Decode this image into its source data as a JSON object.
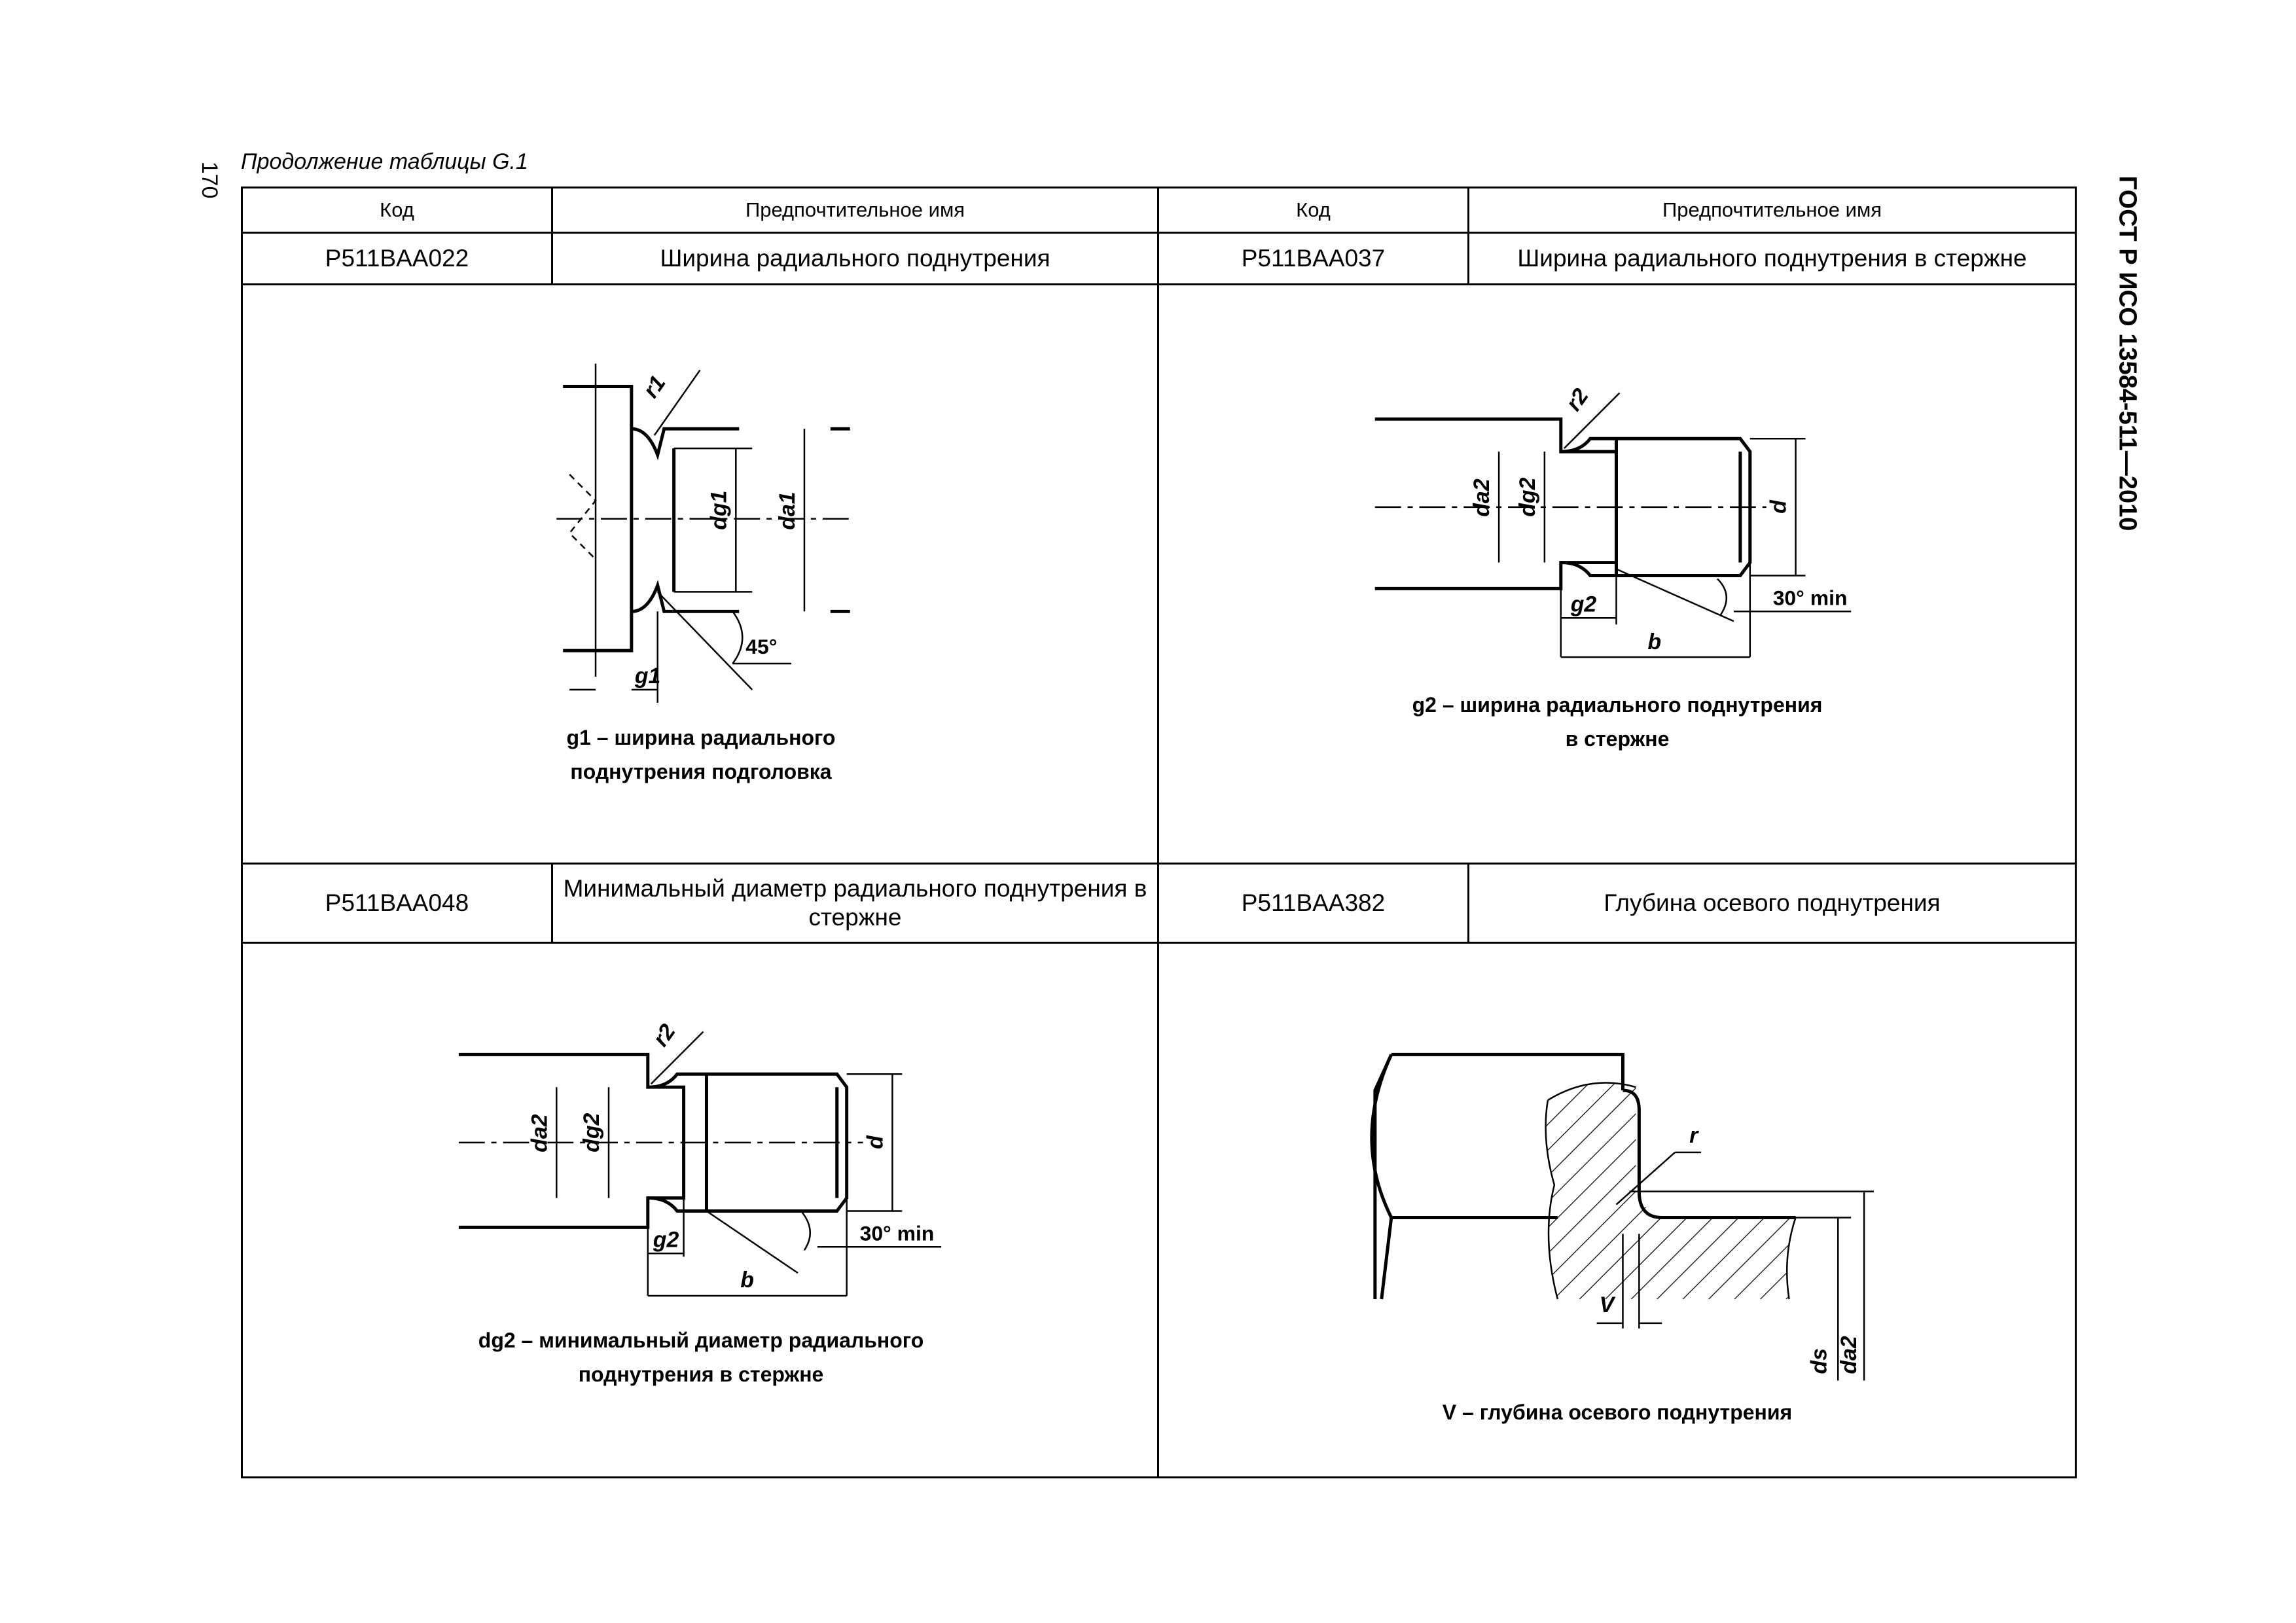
{
  "page": {
    "number": "170",
    "standard": "ГОСТ Р ИСО 13584-511—2010",
    "caption": "Продолжение таблицы G.1"
  },
  "table": {
    "headers": [
      "Код",
      "Предпочтительное имя",
      "Код",
      "Предпочтительное имя"
    ],
    "entries": [
      {
        "code": "P511BAA022",
        "name": "Ширина радиального поднутрения",
        "figure": {
          "labels": {
            "r": "r1",
            "dg": "dg1",
            "da": "da1",
            "g": "g1",
            "angle": "45°"
          },
          "legend": [
            "g1 – ширина радиального",
            "поднутрения  подголовка"
          ]
        }
      },
      {
        "code": "P511BAA037",
        "name": "Ширина радиального поднутрения в стержне",
        "figure": {
          "labels": {
            "r": "r2",
            "da": "da2",
            "dg": "dg2",
            "d": "d",
            "g": "g2",
            "b": "b",
            "angle": "30° min"
          },
          "legend": [
            "g2 – ширина радиального поднутрения",
            "в стержне"
          ]
        }
      },
      {
        "code": "P511BAA048",
        "name": "Минимальный диаметр радиального поднутрения в стержне",
        "figure": {
          "labels": {
            "r": "r2",
            "da": "da2",
            "dg": "dg2",
            "d": "d",
            "g": "g2",
            "b": "b",
            "angle": "30° min"
          },
          "legend": [
            "dg2 – минимальный диаметр радиального",
            "поднутрения в стержне"
          ]
        }
      },
      {
        "code": "P511BAA382",
        "name": "Глубина осевого поднутрения",
        "figure": {
          "labels": {
            "r": "r",
            "v": "V",
            "ds": "ds",
            "da": "da2"
          },
          "legend": [
            "V – глубина осевого поднутрения"
          ]
        }
      }
    ]
  }
}
